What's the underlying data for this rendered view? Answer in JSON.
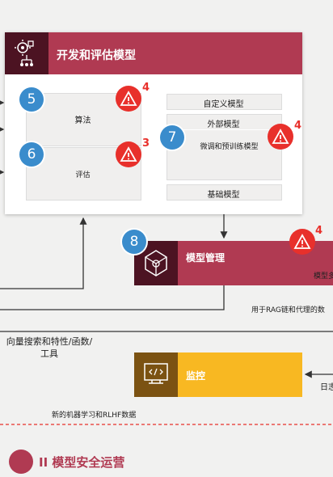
{
  "card": {
    "title": "开发和评估模型"
  },
  "algo": {
    "label": "算法",
    "badge": "5",
    "alert_count": "4"
  },
  "eval": {
    "label": "评估",
    "badge": "6",
    "alert_count": "3"
  },
  "models": {
    "custom": "自定义模型",
    "external": "外部模型",
    "finetune": "微调和预训练模型",
    "foundation": "基础模型",
    "badge": "7",
    "alert_count": "4"
  },
  "mgmt": {
    "title": "模型管理",
    "badge": "8",
    "alert_count": "4",
    "side_text": "模型多"
  },
  "rag_text": "用于RAG链和代理的数",
  "vector_text": "向量搜索和特性/函数/\n工具",
  "monitor": {
    "title": "监控",
    "side_text": "日志"
  },
  "rlhf_text": "新的机器学习和RLHF数据",
  "footer": {
    "title": "II 模型安全运营"
  }
}
